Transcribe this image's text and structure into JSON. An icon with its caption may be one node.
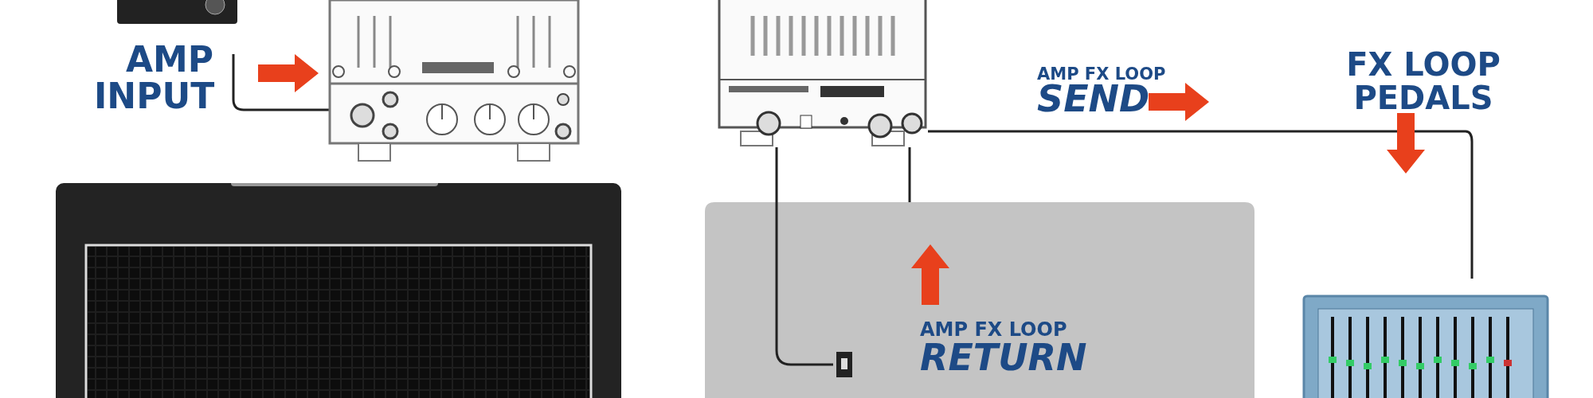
{
  "diagram": {
    "nodes": [
      {
        "text": [],
        "shape": "picture"
      },
      {
        "text": [],
        "shape": "picture"
      },
      {
        "text": [],
        "shape": "picture"
      },
      {
        "text": [],
        "shape": "picture"
      },
      {
        "text": [],
        "shape": "box"
      },
      {
        "text": [],
        "shape": "picture"
      },
      {
        "text": [],
        "shape": "picture",
        "in": 4
      }
    ],
    "edges": [
      {
        "from": null,
        "to": 1,
        "arrow": "none"
      },
      {
        "from": 3,
        "to": 5,
        "arrow": "none"
      },
      {
        "from": 3,
        "to": 6,
        "arrow": "none"
      },
      {
        "from": 3,
        "to": 4,
        "arrow": "none"
      }
    ],
    "labels": [
      "AMP INPUT",
      "AMP FX LOOP",
      "SEND",
      "FX LOOP PEDALS",
      "AMP FX LOOP",
      "RETURN"
    ]
  }
}
